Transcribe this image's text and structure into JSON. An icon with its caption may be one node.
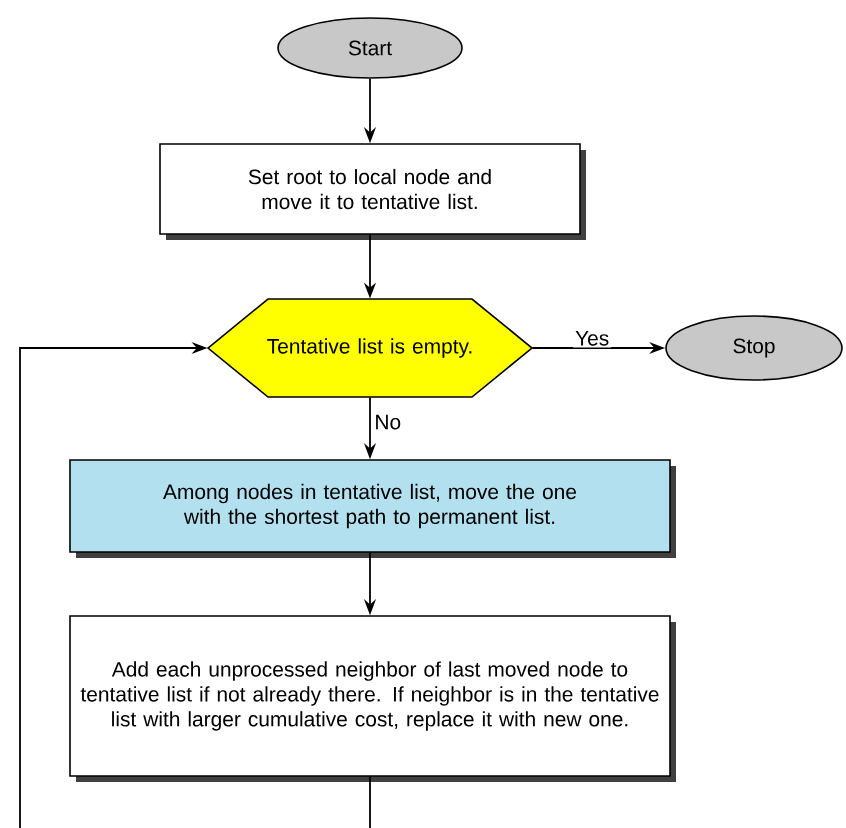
{
  "diagram": {
    "nodes": [
      {
        "text": [
          "Start"
        ]
      },
      {
        "text": [
          "Set root to local node and move it to tentative list."
        ]
      },
      {
        "text": [
          "Tentative list is empty."
        ]
      },
      {
        "text": [
          "Stop"
        ]
      },
      {
        "text": [
          "Among nodes in tentative list, move the one with the shortest path to permanent list."
        ]
      },
      {
        "text": [
          "Add each unprocessed neighbor of last moved node to tentative list if not already there. If neighbor is in the tentative list with larger cumulative cost, replace it with new one."
        ]
      }
    ],
    "edges": [
      {
        "from": 0,
        "to": 1,
        "arrow": "to"
      },
      {
        "from": 1,
        "to": 2,
        "arrow": "to"
      },
      {
        "from": 2,
        "to": 3,
        "arrow": "to",
        "label": "Yes"
      },
      {
        "from": 2,
        "to": 4,
        "arrow": "to",
        "label": "No"
      },
      {
        "from": 4,
        "to": 5,
        "arrow": "to"
      },
      {
        "from": 5,
        "to": 2,
        "arrow": "to"
      }
    ]
  }
}
